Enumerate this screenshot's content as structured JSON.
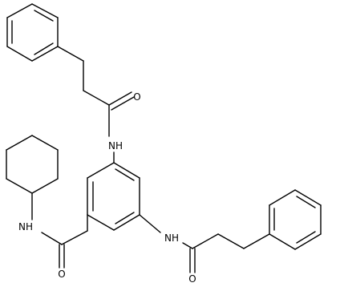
{
  "molecule": {
    "labels": {
      "o_top": "O",
      "nh_top": "NH",
      "nh_left": "NH",
      "nh_right": "NH",
      "o_left": "O",
      "o_bottom": "O"
    }
  }
}
